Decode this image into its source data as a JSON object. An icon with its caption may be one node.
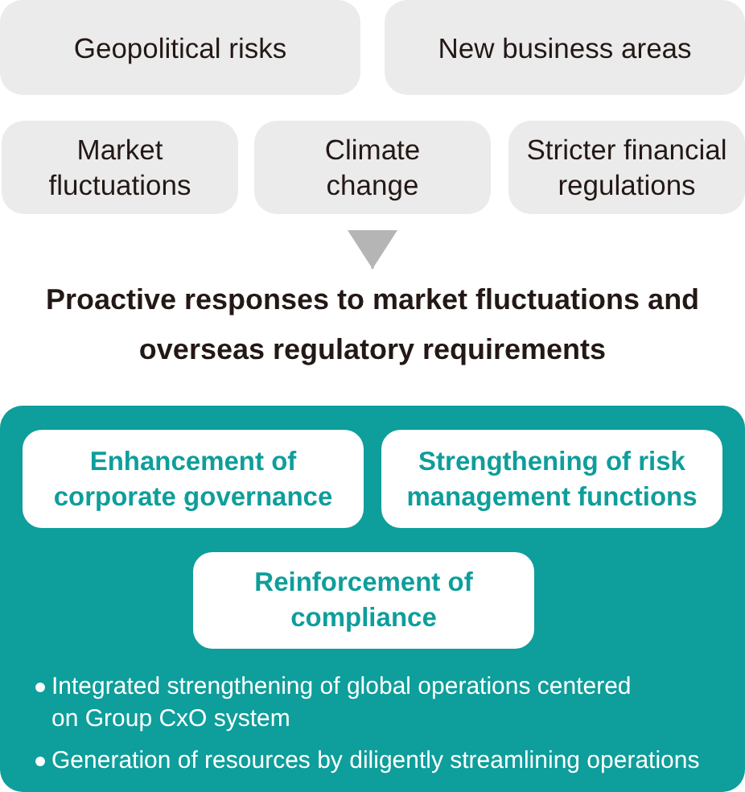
{
  "diagram": {
    "nodes": [
      {
        "text": [
          "Geopolitical risks"
        ]
      },
      {
        "text": [
          "New business areas"
        ]
      },
      {
        "text": [
          "Market fluctuations"
        ]
      },
      {
        "text": [
          "Climate change"
        ]
      },
      {
        "text": [
          "Stricter financial regulations"
        ]
      },
      {
        "text": [
          "Proactive responses to market fluctuations and overseas regulatory requirements"
        ]
      },
      {
        "text": [
          "Integrated strengthening of global operations centered on Group CxO system",
          "Generation of resources by diligently streamlining operations"
        ]
      },
      {
        "text": [
          "Enhancement of corporate governance"
        ],
        "in": 6
      },
      {
        "text": [
          "Strengthening of risk management functions"
        ],
        "in": 6
      },
      {
        "text": [
          "Reinforcement of compliance"
        ],
        "in": 6
      }
    ],
    "edges": [
      {
        "from": 3,
        "to": 5,
        "arrow": "to"
      }
    ]
  }
}
